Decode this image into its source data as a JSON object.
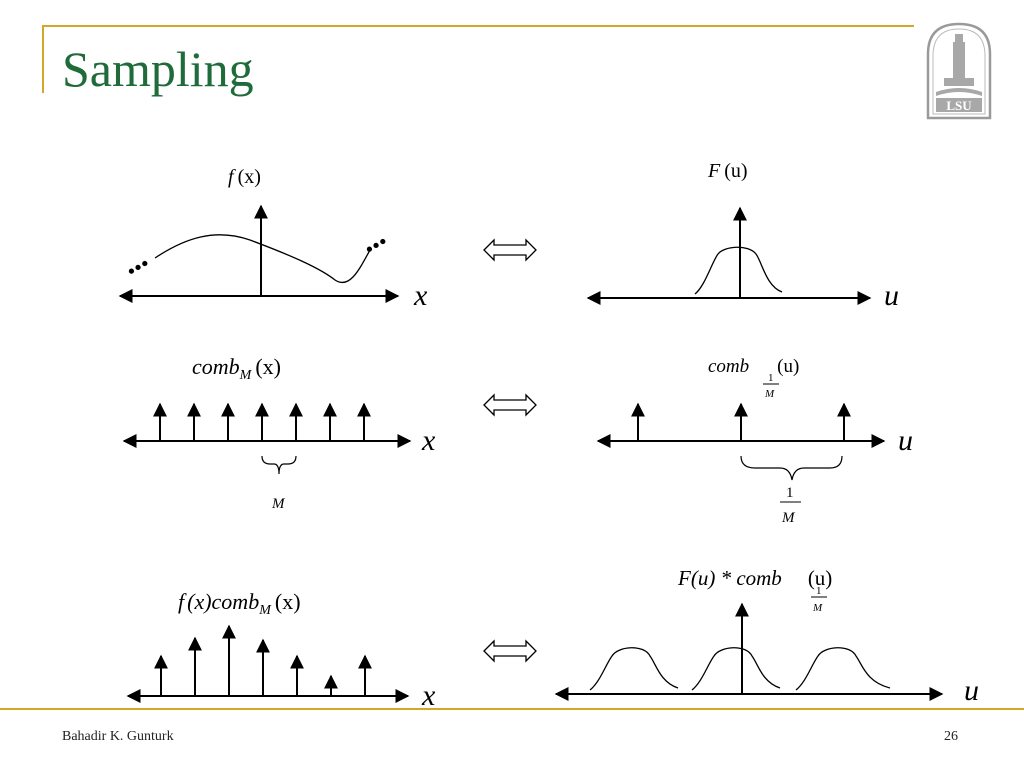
{
  "slide": {
    "title": "Sampling",
    "author": "Bahadir K. Gunturk",
    "page_number": "26"
  },
  "logo": {
    "text": "LSU"
  },
  "labels": {
    "x": "x",
    "u": "u",
    "f_left": "f",
    "f_paren": "(x)",
    "F_left": "F",
    "F_paren": "(u)",
    "comb": "comb",
    "sub_M": "M",
    "one": "1",
    "M": "M",
    "fcomb_f": "f",
    "fcomb_mid": "(x)comb",
    "conv": "F(u) * comb",
    "dots": "•••"
  },
  "colors": {
    "title": "#1f6b3a",
    "accent": "#d4a72c"
  }
}
